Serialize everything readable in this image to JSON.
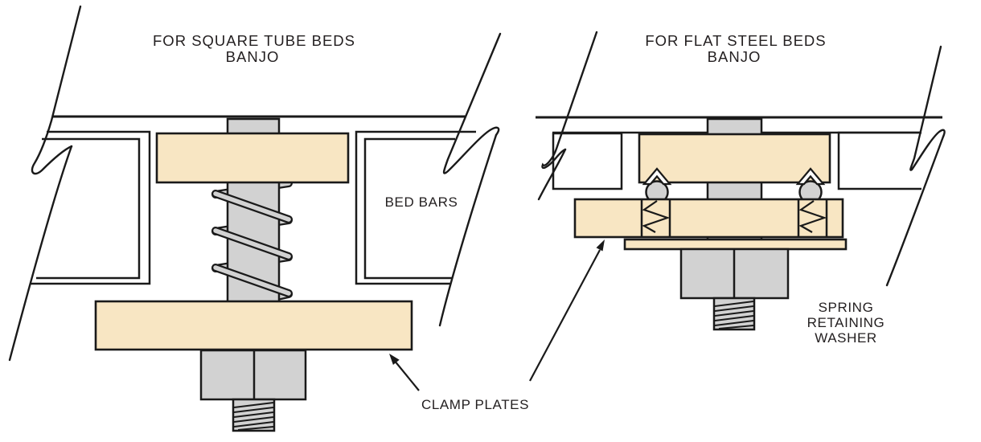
{
  "figure": {
    "left_panel": {
      "title_line1": "FOR SQUARE TUBE BEDS",
      "title_line2": "BANJO",
      "label_bed_bars": "BED BARS"
    },
    "right_panel": {
      "title_line1": "FOR FLAT STEEL BEDS",
      "title_line2": "BANJO",
      "washer_label_lines": [
        "SPRING",
        "RETAINING",
        "WASHER"
      ]
    },
    "shared": {
      "label_clamp_plates": "CLAMP PLATES"
    },
    "colors": {
      "plate_fill": "#F8E6C3",
      "metal_fill": "#D2D2D2",
      "line": "#1a1a1a",
      "text": "#231f20",
      "background": "#ffffff"
    }
  }
}
